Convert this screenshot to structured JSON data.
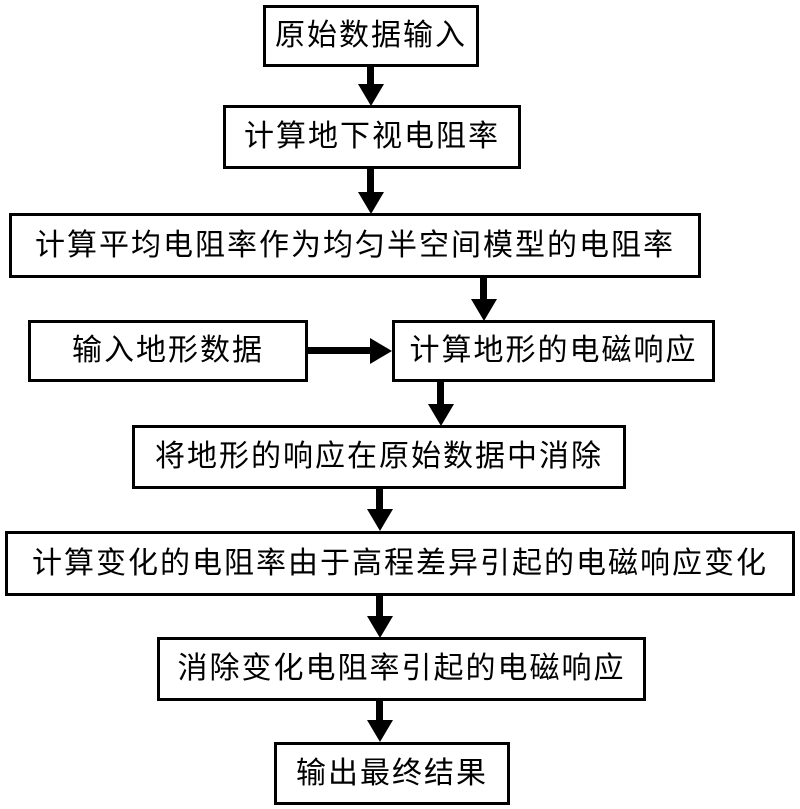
{
  "diagram": {
    "title": "",
    "type": "flowchart",
    "orientation": "top-to-bottom",
    "colors": {
      "background": "#ffffff",
      "box_fill": "#ffffff",
      "box_border": "#000000",
      "connector": "#000000",
      "text": "#000000"
    },
    "nodes": [
      {
        "id": "raw-data-input",
        "label": "原始数据输入"
      },
      {
        "id": "calc-apparent-res",
        "label": "计算地下视电阻率"
      },
      {
        "id": "calc-average-res",
        "label": "计算平均电阻率作为均匀半空间模型的电阻率"
      },
      {
        "id": "input-terrain-data",
        "label": "输入地形数据"
      },
      {
        "id": "calc-terrain-em",
        "label": "计算地形的电磁响应"
      },
      {
        "id": "remove-terrain-resp",
        "label": "将地形的响应在原始数据中消除"
      },
      {
        "id": "calc-elev-variation",
        "label": "计算变化的电阻率由于高程差异引起的电磁响应变化"
      },
      {
        "id": "remove-var-res",
        "label": "消除变化电阻率引起的电磁响应"
      },
      {
        "id": "output-final-result",
        "label": "输出最终结果"
      }
    ],
    "edges": [
      {
        "from": "raw-data-input",
        "to": "calc-apparent-res",
        "direction": "down",
        "label": ""
      },
      {
        "from": "calc-apparent-res",
        "to": "calc-average-res",
        "direction": "down",
        "label": ""
      },
      {
        "from": "calc-average-res",
        "to": "calc-terrain-em",
        "direction": "down",
        "label": ""
      },
      {
        "from": "input-terrain-data",
        "to": "calc-terrain-em",
        "direction": "right",
        "label": ""
      },
      {
        "from": "calc-terrain-em",
        "to": "remove-terrain-resp",
        "direction": "down",
        "label": ""
      },
      {
        "from": "remove-terrain-resp",
        "to": "calc-elev-variation",
        "direction": "down",
        "label": ""
      },
      {
        "from": "calc-elev-variation",
        "to": "remove-var-res",
        "direction": "down",
        "label": ""
      },
      {
        "from": "remove-var-res",
        "to": "output-final-result",
        "direction": "down",
        "label": ""
      }
    ]
  }
}
